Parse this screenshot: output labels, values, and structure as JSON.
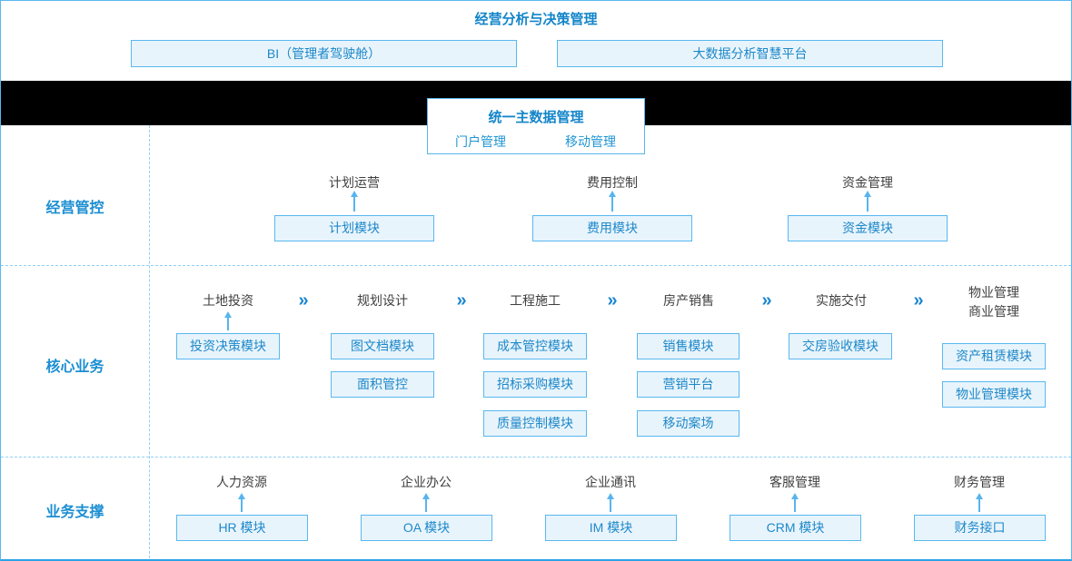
{
  "colors": {
    "accent_blue": "#1b86d0",
    "box_fill": "#e8f4fc",
    "box_border": "#58b8ef",
    "box_text": "#1e88c9",
    "band_black": "#000000",
    "row_label_blue": "#1b8ed2",
    "header_text_gray": "#3f3f3f",
    "dashed_divider_blue": "#8fd0f4",
    "bottom_border_blue": "#2aa3e8"
  },
  "top": {
    "title": "经营分析与决策管理",
    "bi_box": "BI（管理者驾驶舱）",
    "bigdata_box": "大数据分析智慧平台"
  },
  "master": {
    "title": "统一主数据管理",
    "item1": "门户管理",
    "item2": "移动管理"
  },
  "row1": {
    "label": "经营管控",
    "groups": [
      {
        "header": "计划运营",
        "box": "计划模块"
      },
      {
        "header": "费用控制",
        "box": "费用模块"
      },
      {
        "header": "资金管理",
        "box": "资金模块"
      }
    ]
  },
  "row2": {
    "label": "核心业务",
    "chevron": "»",
    "columns": [
      {
        "header": "土地投资",
        "boxes": [
          "投资决策模块"
        ]
      },
      {
        "header": "规划设计",
        "boxes": [
          "图文档模块",
          "面积管控"
        ]
      },
      {
        "header": "工程施工",
        "boxes": [
          "成本管控模块",
          "招标采购模块",
          "质量控制模块"
        ]
      },
      {
        "header": "房产销售",
        "boxes": [
          "销售模块",
          "营销平台",
          "移动案场"
        ]
      },
      {
        "header": "实施交付",
        "boxes": [
          "交房验收模块"
        ]
      },
      {
        "header_line1": "物业管理",
        "header_line2": "商业管理",
        "boxes": [
          "资产租赁模块",
          "物业管理模块"
        ]
      }
    ]
  },
  "row3": {
    "label": "业务支撑",
    "groups": [
      {
        "header": "人力资源",
        "box": "HR 模块"
      },
      {
        "header": "企业办公",
        "box": "OA 模块"
      },
      {
        "header": "企业通讯",
        "box": "IM 模块"
      },
      {
        "header": "客服管理",
        "box": "CRM 模块"
      },
      {
        "header": "财务管理",
        "box": "财务接口"
      }
    ]
  }
}
